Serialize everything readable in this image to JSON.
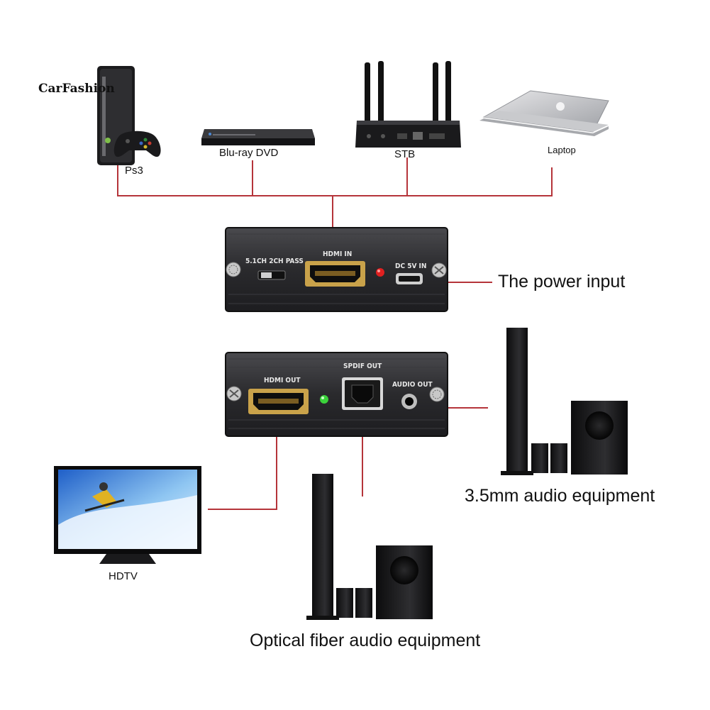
{
  "watermark": "CarFashion",
  "sources": {
    "ps3": "Ps3",
    "bluray": "Blu-ray DVD",
    "stb": "STB",
    "laptop": "Laptop"
  },
  "input_panel": {
    "switch_label": "5.1CH  2CH PASS",
    "hdmi_in_label": "HDMI IN",
    "dc_label": "DC 5V IN"
  },
  "output_panel": {
    "hdmi_out_label": "HDMI OUT",
    "spdif_label": "SPDIF OUT",
    "audio_out_label": "AUDIO OUT"
  },
  "callouts": {
    "power": "The power input",
    "analog_audio": "3.5mm audio equipment",
    "hdtv": "HDTV",
    "optical_audio": "Optical fiber audio equipment"
  },
  "colors": {
    "connector_line": "#b5343a",
    "panel_body": "#2b2b2d",
    "hdmi_gold": "#c9a24a",
    "led_red": "#e02020",
    "led_green": "#3bd23b"
  }
}
